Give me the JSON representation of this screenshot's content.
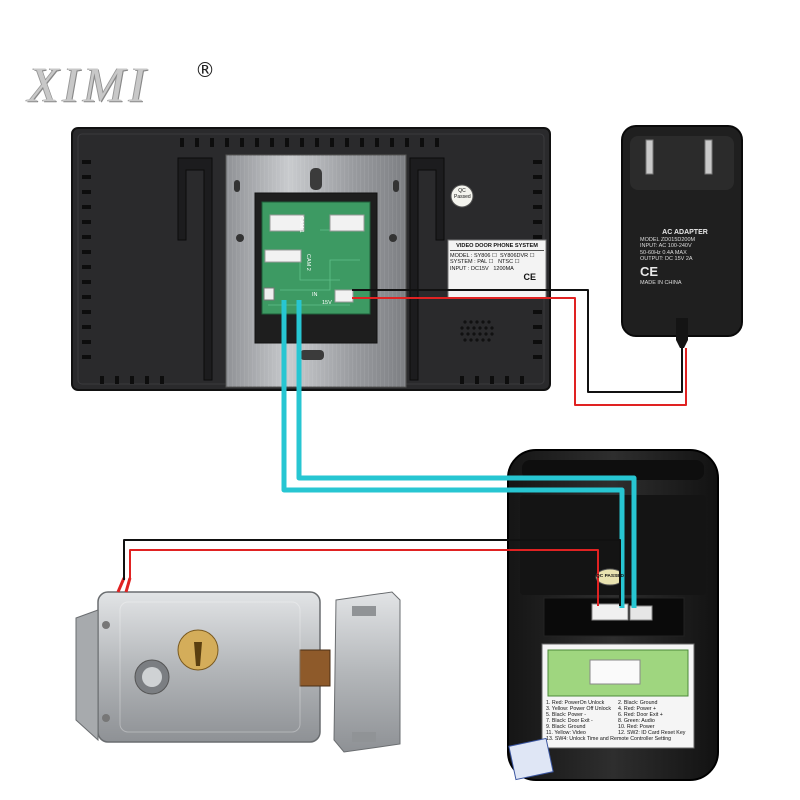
{
  "brand": {
    "logo_text": "XIMI",
    "registered_mark": "®"
  },
  "monitor": {
    "qc_sticker": {
      "line1": "QC",
      "line2": "Passed"
    },
    "terminal_labels": {
      "cam1": "CAM 1",
      "cam2": "CAM 2",
      "in": "IN",
      "volt": "15V"
    },
    "spec_label": {
      "title": "VIDEO DOOR PHONE SYSTEM",
      "model_label": "MODEL",
      "model_a": "SY806",
      "model_b": "SY806DVR",
      "system_label": "SYSTEM",
      "system_a": "PAL",
      "system_b": "NTSC",
      "input_label": "INPUT",
      "input_value": "DC15V",
      "current": "1200MA",
      "ce": "CE"
    }
  },
  "adapter": {
    "title": "AC ADAPTER",
    "model": "MODEL ZD015D200M",
    "input": "INPUT: AC 100-240V",
    "freq": "50-60Hz 0.4A MAX",
    "output": "OUTPUT: DC 15V 2A",
    "ce": "CE",
    "made_in": "MADE IN CHINA"
  },
  "camera": {
    "qc_sticker": "QC PASSED",
    "legend": [
      {
        "left": "1. Red: PowerOn Unlock",
        "right": "2. Black: Ground"
      },
      {
        "left": "3. Yellow: Power Off Unlock",
        "right": "4. Red: Power +"
      },
      {
        "left": "5. Black: Power -",
        "right": "6. Red: Door Exit +"
      },
      {
        "left": "7. Black: Door Exit -",
        "right": "8. Green: Audio"
      },
      {
        "left": "9. Black: Ground",
        "right": "10. Red: Power"
      },
      {
        "left": "11. Yellow: Video",
        "right": "12. SW2: ID Card Reset Key"
      }
    ],
    "legend_last": "13. SW4: Unlock Time and Remote Controller Setting"
  },
  "colors": {
    "monitor_body": "#2a2a2c",
    "steel": "#a9abae",
    "pcb": "#3d9a63",
    "wire_cyan": "#27c6d2",
    "wire_red": "#e02222",
    "wire_black": "#111111",
    "adapter_body": "#1f1f1f",
    "lock_steel": "#bfc2c5"
  }
}
